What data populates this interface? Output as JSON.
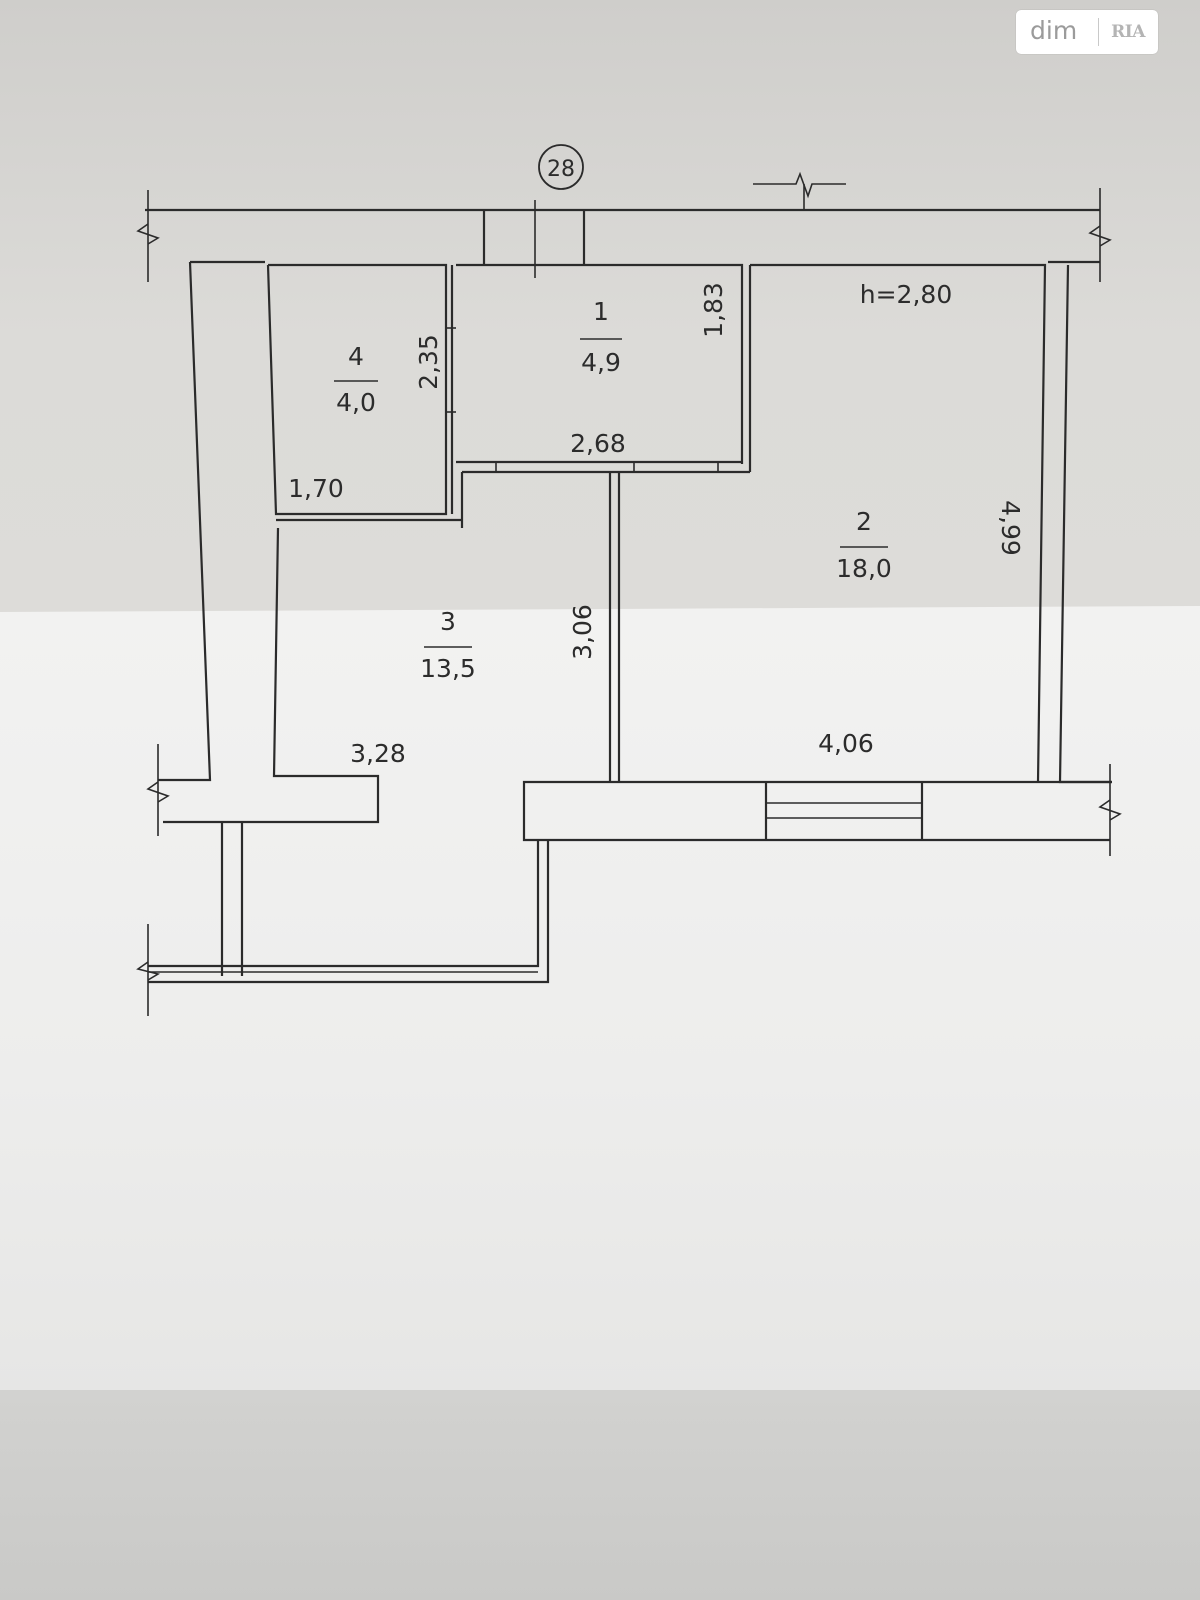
{
  "watermark": {
    "text": "dim",
    "brand": "RIA"
  },
  "plan": {
    "axis_marker": "28",
    "ceiling_height": "h=2,80",
    "rooms": [
      {
        "number": "1",
        "area": "4,9"
      },
      {
        "number": "2",
        "area": "18,0"
      },
      {
        "number": "3",
        "area": "13,5"
      },
      {
        "number": "4",
        "area": "4,0"
      }
    ],
    "dimensions": {
      "room1_height": "1,83",
      "room1_width": "2,68",
      "room4_height": "2,35",
      "room4_width": "1,70",
      "room3_height": "3,06",
      "room3_width": "3,28",
      "room2_height": "4,99",
      "room2_width": "4,06"
    }
  }
}
